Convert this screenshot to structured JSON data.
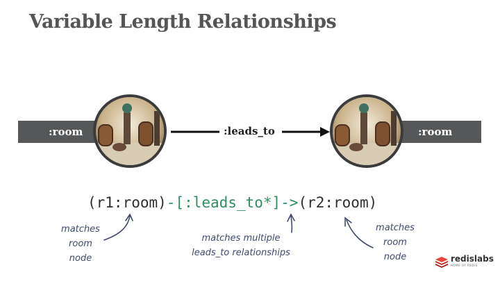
{
  "title": "Variable Length Relationships",
  "diagram": {
    "left_node_label": ":room",
    "right_node_label": ":room",
    "relationship_label": ":leads_to"
  },
  "query": {
    "part1": "(r1:room)",
    "part2": "-[:leads_to*]->",
    "part3": "(r2:room)"
  },
  "annotations": {
    "left": [
      "matches",
      "room",
      "node"
    ],
    "middle": [
      "matches multiple",
      "leads_to relationships"
    ],
    "right": [
      "matches",
      "room",
      "node"
    ]
  },
  "logo": {
    "name": "redislabs",
    "tagline": "HOME OF REDIS"
  },
  "colors": {
    "title": "#555555",
    "label_bar": "#555759",
    "query_text": "#2f2f2f",
    "query_highlight": "#2f8f63",
    "annotation": "#3f4b6b",
    "logo_red": "#d82c20"
  }
}
